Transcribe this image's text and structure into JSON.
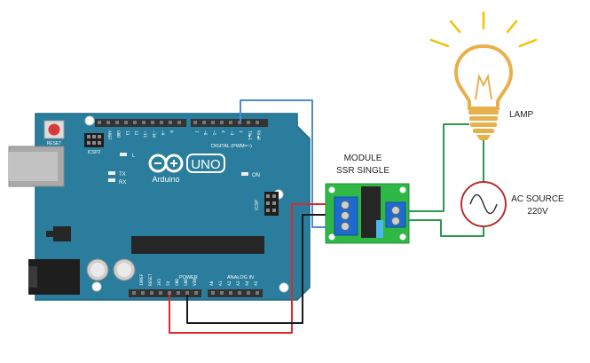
{
  "arduino": {
    "reset_label": "RESET",
    "icsp2_label": "ICSP2",
    "icsp_label": "ICSP",
    "led_l": "L",
    "led_tx": "TX",
    "led_rx": "RX",
    "on_label": "ON",
    "brand": "Arduino",
    "model": "UNO",
    "digital_header": "DIGITAL (PWM=~)",
    "power_header": "POWER",
    "analog_header": "ANALOG IN",
    "aref": "AREF",
    "gnd_top": "GND",
    "d13": "13",
    "d12": "12",
    "d11": "~11",
    "d10": "~10",
    "d9": "~9",
    "d8": "8",
    "d7": "7",
    "d6": "~6",
    "d5": "~5",
    "d4": "4",
    "d3": "~3",
    "d2": "2",
    "tx1": "TX▶1",
    "rx0": "RX◀0",
    "ioref": "IOREF",
    "reset_pin": "RESET",
    "p3v3": "3V3",
    "p5v": "5V",
    "gnd1": "GND",
    "gnd2": "GND",
    "vin": "VIN",
    "a0": "A0",
    "a1": "A1",
    "a2": "A2",
    "a3": "A3",
    "a4": "A4",
    "a5": "A5"
  },
  "module_label_line1": "MODULE",
  "module_label_line2": "SSR SINGLE",
  "lamp_label": "LAMP",
  "ac_label_line1": "AC SOURCE",
  "ac_label_line2": "220V",
  "colors": {
    "board": "#2a7d9c",
    "board_edge": "#1f6a86",
    "header": "#333333",
    "module_pcb": "#2fb845",
    "terminal": "#1d6bd1",
    "wire_red": "#e3262b",
    "wire_black": "#1a1a1a",
    "wire_blue": "#4d8bd6",
    "wire_green": "#2e9a4e",
    "lamp_yellow": "#f2c200",
    "lamp_gold": "#e8b04b"
  }
}
